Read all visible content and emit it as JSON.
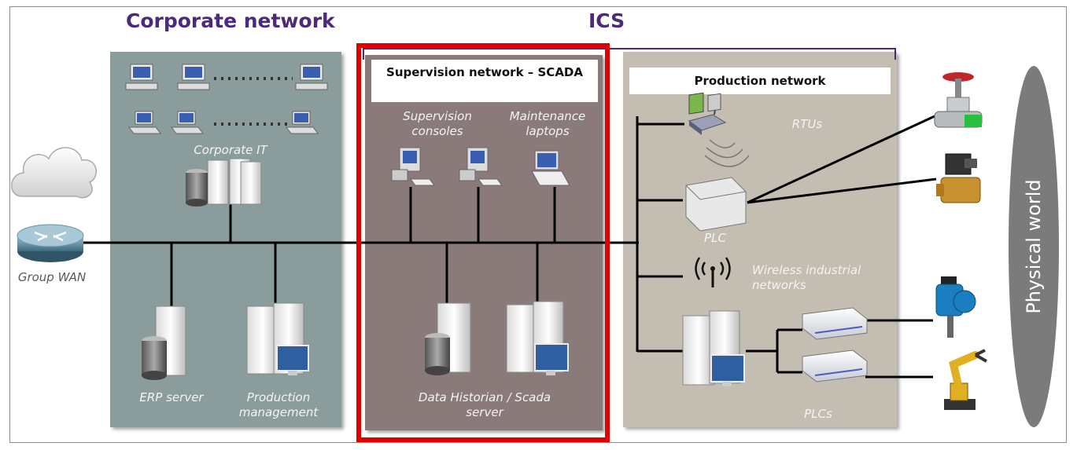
{
  "titles": {
    "corporate": "Corporate network",
    "ics": "ICS"
  },
  "zones": {
    "supervision_header": "Supervision network – SCADA",
    "production_header": "Production network"
  },
  "labels": {
    "corporate_it": "Corporate IT",
    "group_wan": "Group WAN",
    "erp_server": "ERP server",
    "production_management": "Production management",
    "supervision_consoles": "Supervision consoles",
    "maintenance_laptops": "Maintenance laptops",
    "data_historian": "Data Historian / Scada server",
    "rtus": "RTUs",
    "plc": "PLC",
    "wireless": "Wireless industrial networks",
    "plcs": "PLCs",
    "physical_world": "Physical world"
  },
  "colors": {
    "title_purple": "#4b2a7a",
    "highlight_red": "#e00000",
    "corporate_zone": "#8a9c9c",
    "supervision_zone": "#8b7a7a",
    "production_zone": "#c4bdb2"
  }
}
